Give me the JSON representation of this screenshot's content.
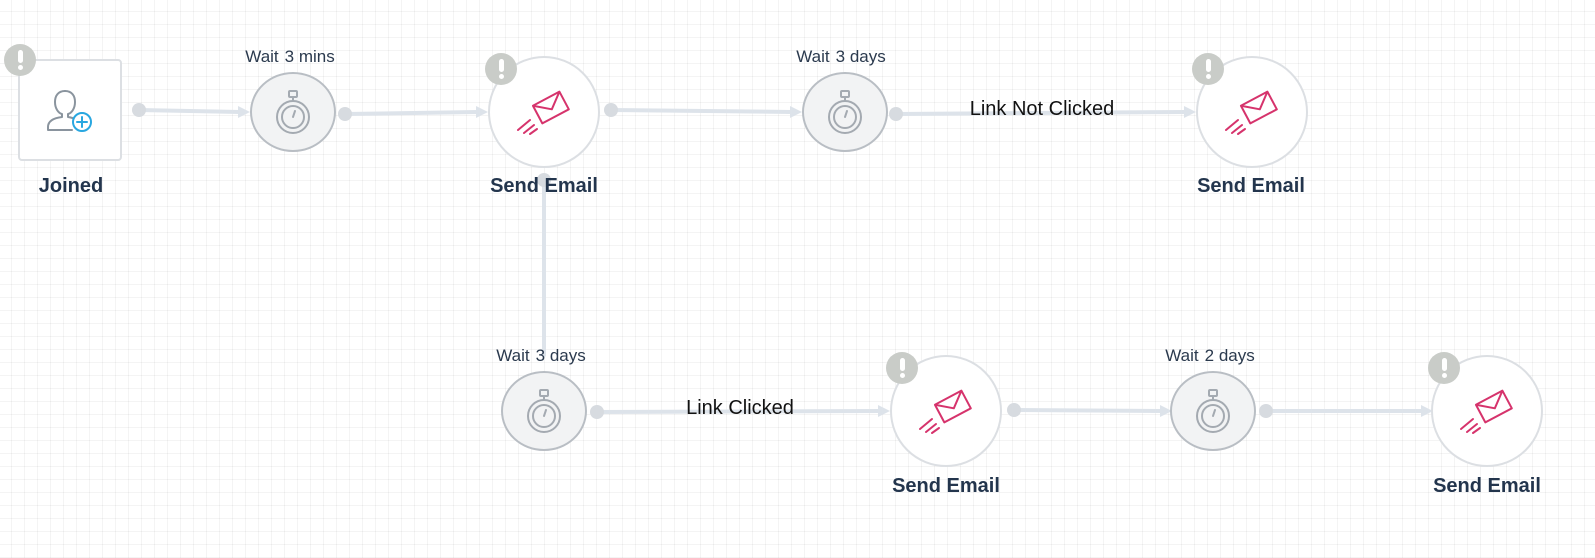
{
  "colors": {
    "label_text": "#23354d",
    "connector": "#dde3ea",
    "connector_dot": "#d7dbe0",
    "warning_badge": "#c9ccc8",
    "email_icon": "#d6336c",
    "user_icon_outline": "#8a949e",
    "user_icon_plus": "#29a7e0",
    "timer_icon": "#a4aab1"
  },
  "nodes": {
    "joined": {
      "label": "Joined",
      "icon": "user-add-icon",
      "warning": true
    },
    "wait_3_mins": {
      "prefix": "Wait",
      "value": "3 mins",
      "icon": "stopwatch-icon"
    },
    "send_email_1": {
      "label": "Send Email",
      "icon": "send-email-icon",
      "warning": true
    },
    "wait_3_days_top": {
      "prefix": "Wait",
      "value": "3 days",
      "icon": "stopwatch-icon"
    },
    "send_email_2": {
      "label": "Send Email",
      "icon": "send-email-icon",
      "warning": true
    },
    "wait_3_days_bottom": {
      "prefix": "Wait",
      "value": "3 days",
      "icon": "stopwatch-icon"
    },
    "send_email_3": {
      "label": "Send Email",
      "icon": "send-email-icon",
      "warning": true
    },
    "wait_2_days": {
      "prefix": "Wait",
      "value": "2 days",
      "icon": "stopwatch-icon"
    },
    "send_email_4": {
      "label": "Send Email",
      "icon": "send-email-icon",
      "warning": true
    }
  },
  "edges": {
    "link_not_clicked": "Link Not Clicked",
    "link_clicked": "Link Clicked"
  }
}
